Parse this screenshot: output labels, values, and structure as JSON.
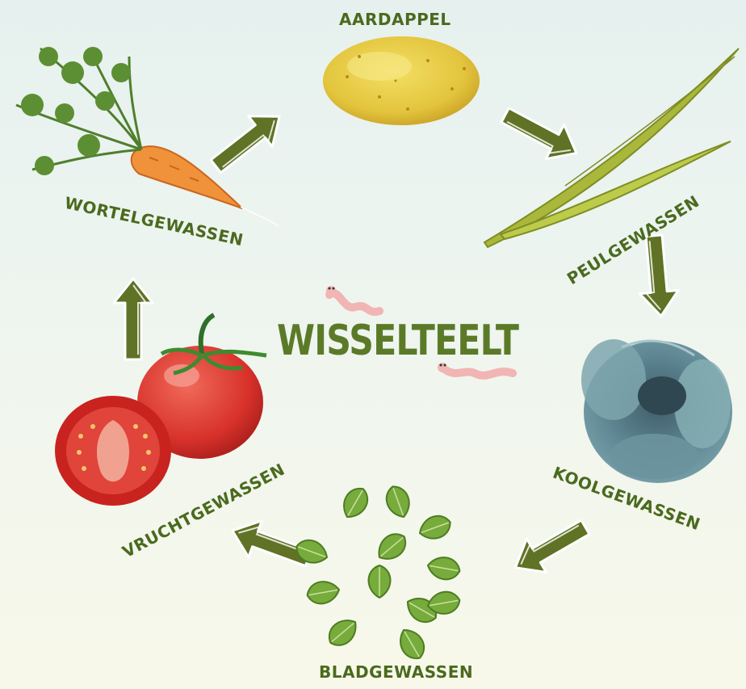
{
  "title": "WISSELTEELT",
  "crops": {
    "potato": "AARDAPPEL",
    "legumes": "PEULGEWASSEN",
    "cabbage": "KOOLGEWASSEN",
    "leafy": "BLADGEWASSEN",
    "fruit": "VRUCHTGEWASSEN",
    "root": "WORTELGEWASSEN"
  },
  "colors": {
    "label": "#4a6a1e",
    "arrow": "#5f7225",
    "worm": "#f1b5b4"
  }
}
